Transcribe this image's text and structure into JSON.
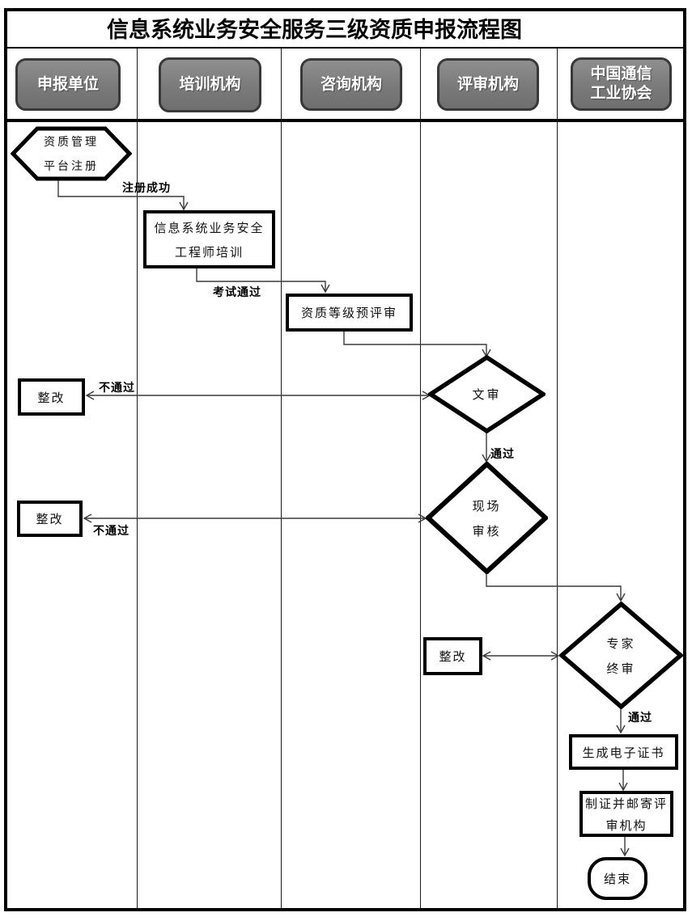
{
  "title": "信息系统业务安全服务三级资质申报流程图",
  "lanes": [
    {
      "label": "申报单位"
    },
    {
      "label": "培训机构"
    },
    {
      "label": "咨询机构"
    },
    {
      "label": "评审机构"
    },
    {
      "label": "中国通信",
      "label2": "工业协会"
    }
  ],
  "nodes": {
    "register": {
      "line1": "资质管理",
      "line2": "平台注册"
    },
    "training": {
      "line1": "信息系统业务安全",
      "line2": "工程师培训"
    },
    "prereview": {
      "label": "资质等级预评审"
    },
    "docreview": {
      "label": "文审"
    },
    "rectify1": {
      "label": "整改"
    },
    "onsite": {
      "line1": "现场",
      "line2": "审核"
    },
    "rectify2": {
      "label": "整改"
    },
    "expert": {
      "line1": "专家",
      "line2": "终审"
    },
    "rectify3": {
      "label": "整改"
    },
    "ecert": {
      "label": "生成电子证书"
    },
    "mailcert": {
      "line1": "制证并邮寄评",
      "line2": "审机构"
    },
    "end": {
      "label": "结束"
    }
  },
  "edge_labels": {
    "register_success": "注册成功",
    "exam_pass": "考试通过",
    "doc_fail": "不通过",
    "doc_pass": "通过",
    "onsite_fail": "不通过",
    "expert_pass": "通过"
  },
  "colors": {
    "lane_header_fill": "#7d7d7d",
    "lane_header_border": "#383838",
    "lane_header_text": "#ffffff",
    "shape_stroke": "#000000",
    "shape_fill": "#ffffff",
    "connector": "#3a3a3a",
    "background": "#ffffff"
  }
}
